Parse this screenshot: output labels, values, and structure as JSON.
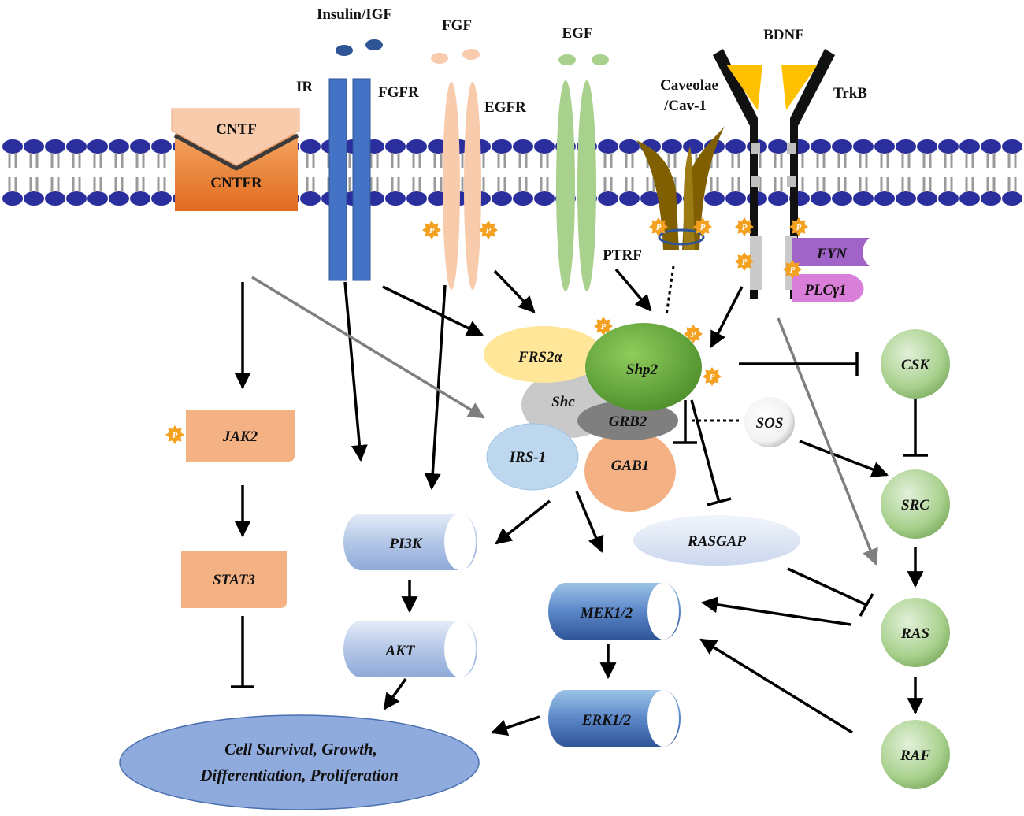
{
  "ligands": {
    "insulin": "Insulin/IGF",
    "fgf": "FGF",
    "egf": "EGF",
    "bdnf": "BDNF"
  },
  "receptors": {
    "ir": "IR",
    "fgfr": "FGFR",
    "egfr": "EGFR",
    "caveolae_line1": "Caveolae",
    "caveolae_line2": "/Cav-1",
    "trkb": "TrkB",
    "cntf": "CNTF",
    "cntfr": "CNTFR",
    "ptrf": "PTRF"
  },
  "adaptors": {
    "fyn": "FYN",
    "plcg1": "PLCγ1",
    "frs2a": "FRS2α",
    "shp2": "Shp2",
    "shc": "Shc",
    "grb2": "GRB2",
    "irs1": "IRS-1",
    "gab1": "GAB1",
    "sos": "SOS",
    "rasgap": "RASGAP"
  },
  "pathway": {
    "jak2": "JAK2",
    "stat3": "STAT3",
    "pi3k": "PI3K",
    "akt": "AKT",
    "mek": "MEK1/2",
    "erk": "ERK1/2",
    "csk": "CSK",
    "src": "SRC",
    "ras": "RAS",
    "raf": "RAF"
  },
  "outcome": {
    "line1": "Cell Survival, Growth,",
    "line2": "Differentiation, Proliferation"
  },
  "phospho_label": "P",
  "colors": {
    "membrane_head": "#2b2f9e",
    "insulin_receptor": "#4472c4",
    "fgf": "#f8cbad",
    "egf": "#a9d18e",
    "caveolae": "#7f5f00",
    "bdnf": "#ffc000",
    "trkb": "#111111",
    "fyn": "#a064c8",
    "plcg1": "#d97fd9",
    "frs2a": "#ffe699",
    "shp2": "#70ad47",
    "shc": "#c9c9c9",
    "grb2": "#7f7f7f",
    "irs1": "#bdd7ee",
    "gab1": "#f4b183",
    "pathway_green": "#a9d18e",
    "outcome": "#8faadc",
    "cntfr": "#ed7d31",
    "phospho": "#f4a020"
  }
}
